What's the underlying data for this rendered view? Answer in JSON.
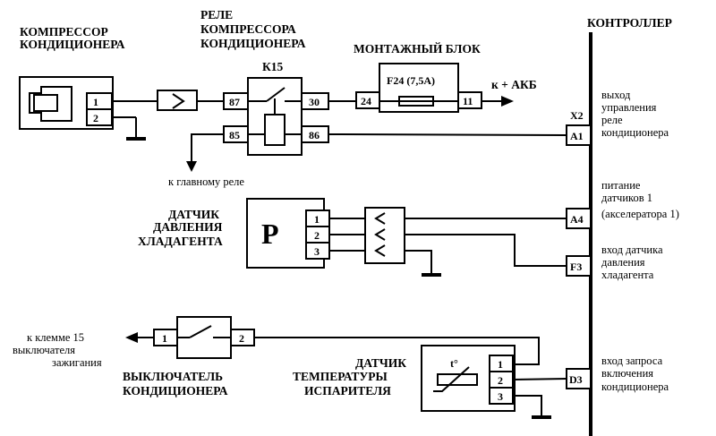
{
  "controller": {
    "title": "КОНТРОЛЛЕР",
    "connector": "X2",
    "pins": [
      "A1",
      "A4",
      "F3",
      "D3"
    ],
    "desc_a1": [
      "выход",
      "управления",
      "реле",
      "кондиционера"
    ],
    "desc_a4": [
      "питание",
      "датчиков 1",
      "(акселератора 1)"
    ],
    "desc_f3": [
      "вход датчика",
      "давления",
      "хладагента"
    ],
    "desc_d3": [
      "вход запроса",
      "включения",
      "кондиционера"
    ]
  },
  "compressor": {
    "title": [
      "КОМПРЕССОР",
      "КОНДИЦИОНЕРА"
    ],
    "pins": [
      "1",
      "2"
    ]
  },
  "relay": {
    "title": [
      "РЕЛЕ",
      "КОМПРЕССОРА",
      "КОНДИЦИОНЕРА"
    ],
    "id": "К15",
    "pins": [
      "87",
      "30",
      "85",
      "86"
    ],
    "note": "к главному реле"
  },
  "fuse_block": {
    "title": "МОНТАЖНЫЙ БЛОК",
    "fuse": "F24 (7,5A)",
    "pins": [
      "24",
      "11"
    ],
    "battery": "к + АКБ"
  },
  "pressure_sensor": {
    "title": [
      "ДАТЧИК",
      "ДАВЛЕНИЯ",
      "ХЛАДАГЕНТА"
    ],
    "symbol": "P",
    "pins": [
      "1",
      "2",
      "3"
    ]
  },
  "ac_switch": {
    "title": [
      "ВЫКЛЮЧАТЕЛЬ",
      "КОНДИЦИОНЕРА"
    ],
    "pins": [
      "1",
      "2"
    ],
    "note": [
      "к клемме 15",
      "выключателя",
      "зажигания"
    ]
  },
  "temp_sensor": {
    "title": [
      "ДАТЧИК",
      "ТЕМПЕРАТУРЫ",
      "ИСПАРИТЕЛЯ"
    ],
    "symbol": "t°",
    "pins": [
      "1",
      "2",
      "3"
    ]
  }
}
